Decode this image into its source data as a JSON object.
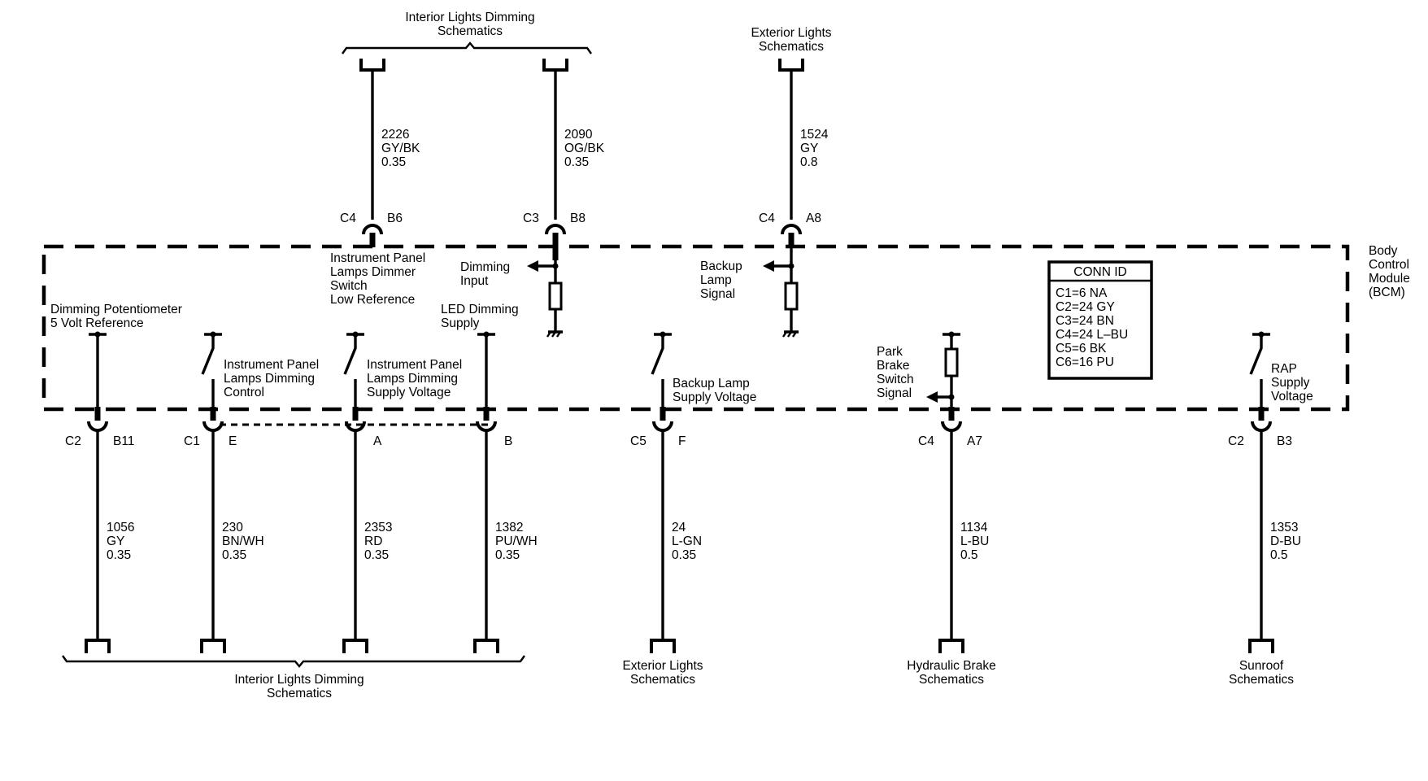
{
  "module": {
    "name_lines": [
      "Body",
      "Control",
      "Module",
      "(BCM)"
    ]
  },
  "conn_id": {
    "title": "CONN ID",
    "rows": [
      "C1=6 NA",
      "C2=24 GY",
      "C3=24 BN",
      "C4=24 L–BU",
      "C5=6 BK",
      "C6=16 PU"
    ]
  },
  "top_groups": [
    {
      "label_lines": [
        "Interior Lights Dimming",
        "Schematics"
      ]
    },
    {
      "label_lines": [
        "Exterior Lights",
        "Schematics"
      ]
    }
  ],
  "bottom_groups": [
    {
      "label_lines": [
        "Interior Lights Dimming",
        "Schematics"
      ]
    },
    {
      "label_lines": [
        "Exterior Lights",
        "Schematics"
      ]
    },
    {
      "label_lines": [
        "Hydraulic Brake",
        "Schematics"
      ]
    },
    {
      "label_lines": [
        "Sunroof",
        "Schematics"
      ]
    }
  ],
  "top_circuits": [
    {
      "circuit": "2226",
      "color": "GY/BK",
      "gauge": "0.35",
      "connector": "C4",
      "pin": "B6",
      "signal_lines": [
        "Instrument Panel",
        "Lamps Dimmer",
        "Switch",
        "Low Reference"
      ]
    },
    {
      "circuit": "2090",
      "color": "OG/BK",
      "gauge": "0.35",
      "connector": "C3",
      "pin": "B8",
      "signal_lines": [
        "Dimming",
        "Input"
      ]
    },
    {
      "circuit": "1524",
      "color": "GY",
      "gauge": "0.8",
      "connector": "C4",
      "pin": "A8",
      "signal_lines": [
        "Backup",
        "Lamp",
        "Signal"
      ]
    }
  ],
  "bottom_circuits": [
    {
      "circuit": "1056",
      "color": "GY",
      "gauge": "0.35",
      "connector": "C2",
      "pin": "B11",
      "signal_lines": [
        "Dimming Potentiometer",
        "5 Volt Reference"
      ]
    },
    {
      "circuit": "230",
      "color": "BN/WH",
      "gauge": "0.35",
      "connector": "C1",
      "pin": "E",
      "signal_lines": [
        "Instrument Panel",
        "Lamps Dimming",
        "Control"
      ]
    },
    {
      "circuit": "2353",
      "color": "RD",
      "gauge": "0.35",
      "connector": "",
      "pin": "A",
      "signal_lines": [
        "Instrument Panel",
        "Lamps Dimming",
        "Supply Voltage"
      ]
    },
    {
      "circuit": "1382",
      "color": "PU/WH",
      "gauge": "0.35",
      "connector": "",
      "pin": "B",
      "signal_lines": [
        "LED Dimming",
        "Supply"
      ]
    },
    {
      "circuit": "24",
      "color": "L-GN",
      "gauge": "0.35",
      "connector": "C5",
      "pin": "F",
      "signal_lines": [
        "Backup Lamp",
        "Supply Voltage"
      ]
    },
    {
      "circuit": "1134",
      "color": "L-BU",
      "gauge": "0.5",
      "connector": "C4",
      "pin": "A7",
      "signal_lines": [
        "Park",
        "Brake",
        "Switch",
        "Signal"
      ]
    },
    {
      "circuit": "1353",
      "color": "D-BU",
      "gauge": "0.5",
      "connector": "C2",
      "pin": "B3",
      "signal_lines": [
        "RAP",
        "Supply",
        "Voltage"
      ]
    }
  ]
}
